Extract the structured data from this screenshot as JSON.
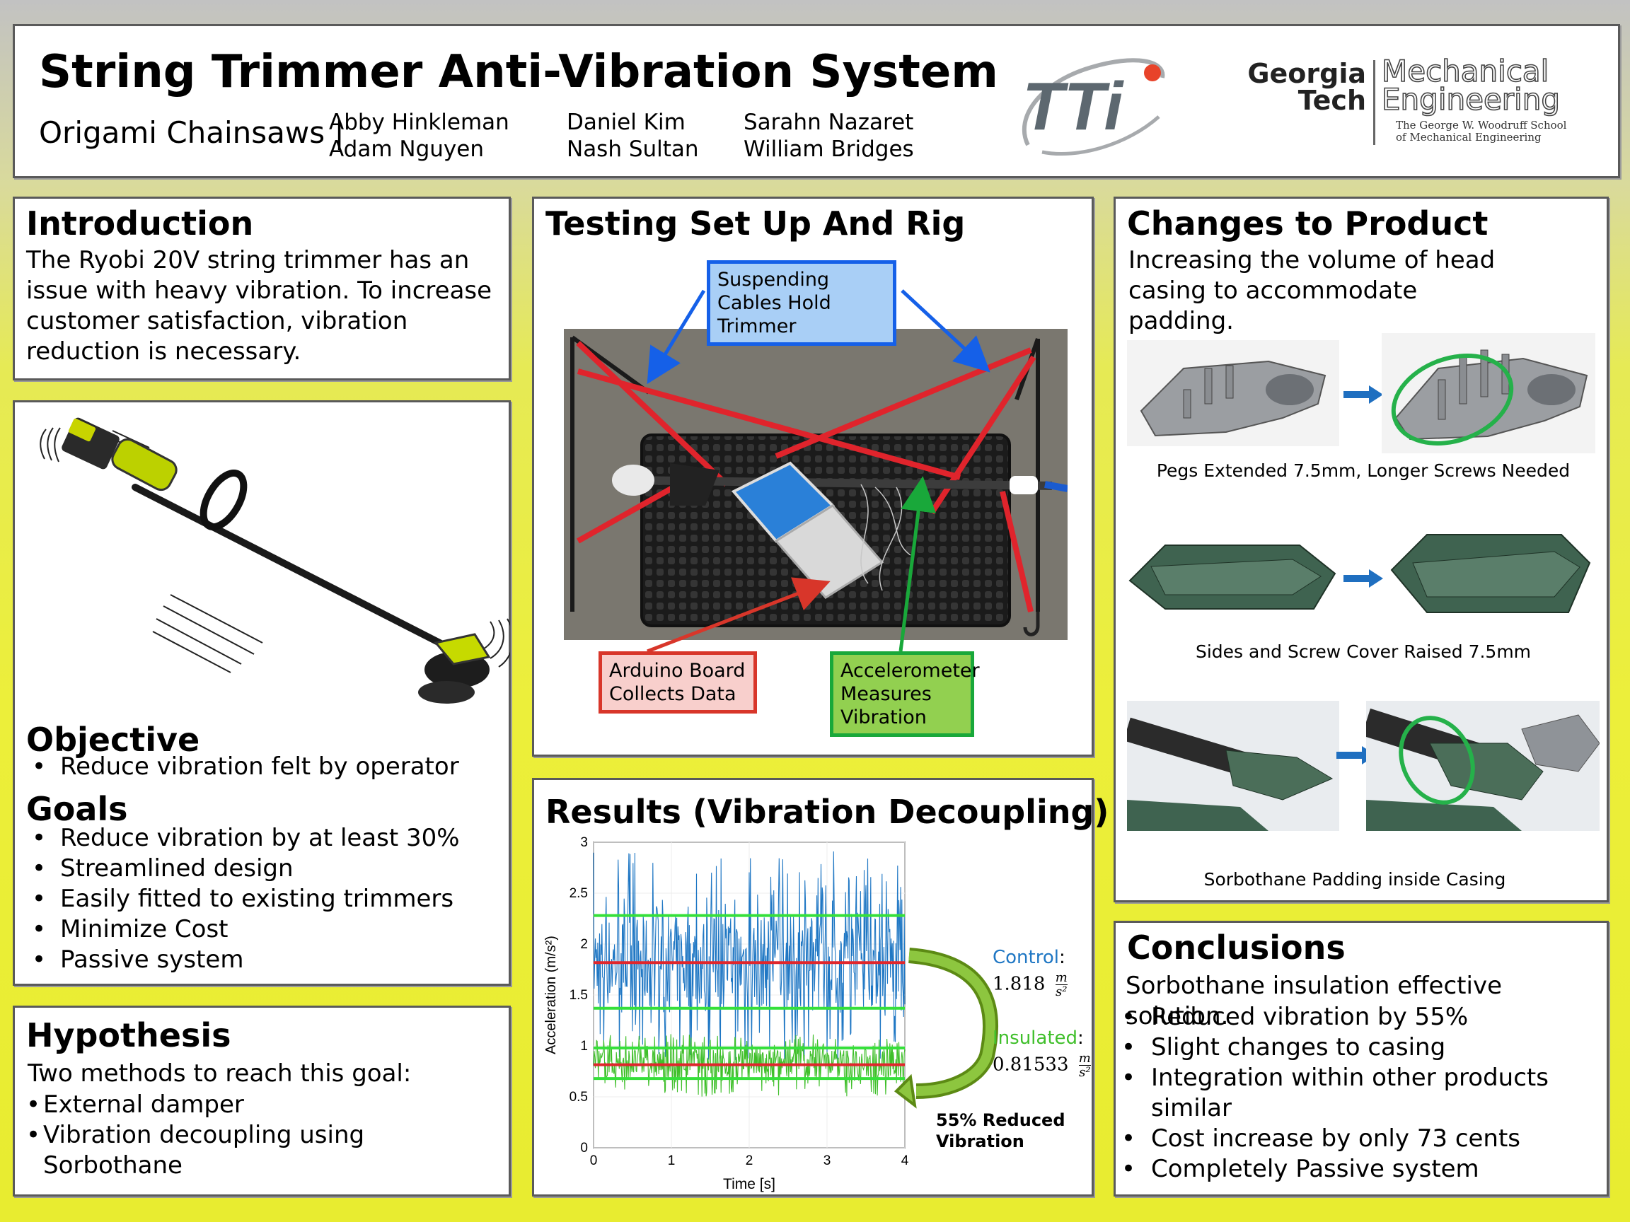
{
  "header": {
    "title": "String Trimmer Anti-Vibration System",
    "team": "Origami Chainsaws |",
    "members": [
      "Abby Hinkleman",
      "Adam Nguyen",
      "Daniel Kim",
      "Nash Sultan",
      "Sarahn Nazaret",
      "William Bridges"
    ],
    "tti_logo": "TTi",
    "gt_logo_line1": "Georgia",
    "gt_logo_line2": "Tech",
    "me_logo_line1": "Mechanical",
    "me_logo_line2": "Engineering",
    "me_logo_sub1": "The George W. Woodruff School",
    "me_logo_sub2": "of Mechanical Engineering"
  },
  "introduction": {
    "title": "Introduction",
    "text": "The Ryobi 20V string trimmer has an issue with heavy vibration. To increase customer satisfaction, vibration reduction is necessary."
  },
  "objective": {
    "title": "Objective",
    "items": [
      "Reduce vibration felt by operator"
    ]
  },
  "goals": {
    "title": "Goals",
    "items": [
      "Reduce vibration by at least 30%",
      "Streamlined design",
      "Easily fitted to existing trimmers",
      "Minimize Cost",
      "Passive system"
    ]
  },
  "hypothesis": {
    "title": "Hypothesis",
    "intro": "Two methods to reach this goal:",
    "items": [
      "External damper",
      "Vibration decoupling using Sorbothane"
    ]
  },
  "testing": {
    "title": "Testing Set Up And Rig",
    "callout_cables": "Suspending Cables Hold Trimmer",
    "callout_arduino": "Arduino Board Collects Data",
    "callout_accel": "Accelerometer Measures Vibration"
  },
  "results": {
    "title": "Results (Vibration Decoupling)",
    "control_label": "Control",
    "control_value": "1.818",
    "insulated_label": "Insulated",
    "insulated_value": "0.81533",
    "unit_num": "m",
    "unit_den": "s²",
    "reduction_line1": "55% Reduced",
    "reduction_line2": "Vibration"
  },
  "changes": {
    "title": "Changes to Product",
    "intro": "Increasing the volume of head casing to accommodate padding.",
    "captions": [
      "Pegs Extended 7.5mm, Longer Screws Needed",
      "Sides and Screw Cover Raised 7.5mm",
      "Sorbothane Padding inside Casing"
    ]
  },
  "conclusions": {
    "title": "Conclusions",
    "intro": "Sorbothane insulation effective solution.",
    "items": [
      "Reduced vibration by 55%",
      "Slight changes to casing",
      "Integration within other products similar",
      "Cost increase by only 73 cents",
      "Completely Passive system"
    ]
  },
  "colors": {
    "control": "#1f77c4",
    "insulated": "#3fbf2a",
    "mean_line": "#e0262c",
    "band_line": "#35e03a",
    "callout_blue": "#1560e8",
    "callout_red": "#d8362a",
    "callout_green": "#19a83a"
  },
  "chart_data": {
    "type": "line",
    "title": "",
    "xlabel": "Time [s]",
    "ylabel": "Acceleration (m/s²)",
    "xlim": [
      0,
      4
    ],
    "ylim": [
      0,
      3
    ],
    "xticks": [
      "0",
      "1",
      "2",
      "3",
      "4"
    ],
    "yticks": [
      "0",
      "0.5",
      "1",
      "1.5",
      "2",
      "2.5",
      "3"
    ],
    "series": [
      {
        "name": "Control",
        "mean": 1.818,
        "upper": 2.28,
        "lower": 1.37,
        "min": 0.85,
        "max": 2.95
      },
      {
        "name": "Insulated",
        "mean": 0.81533,
        "upper": 0.98,
        "lower": 0.68,
        "min": 0.5,
        "max": 1.12
      }
    ]
  }
}
